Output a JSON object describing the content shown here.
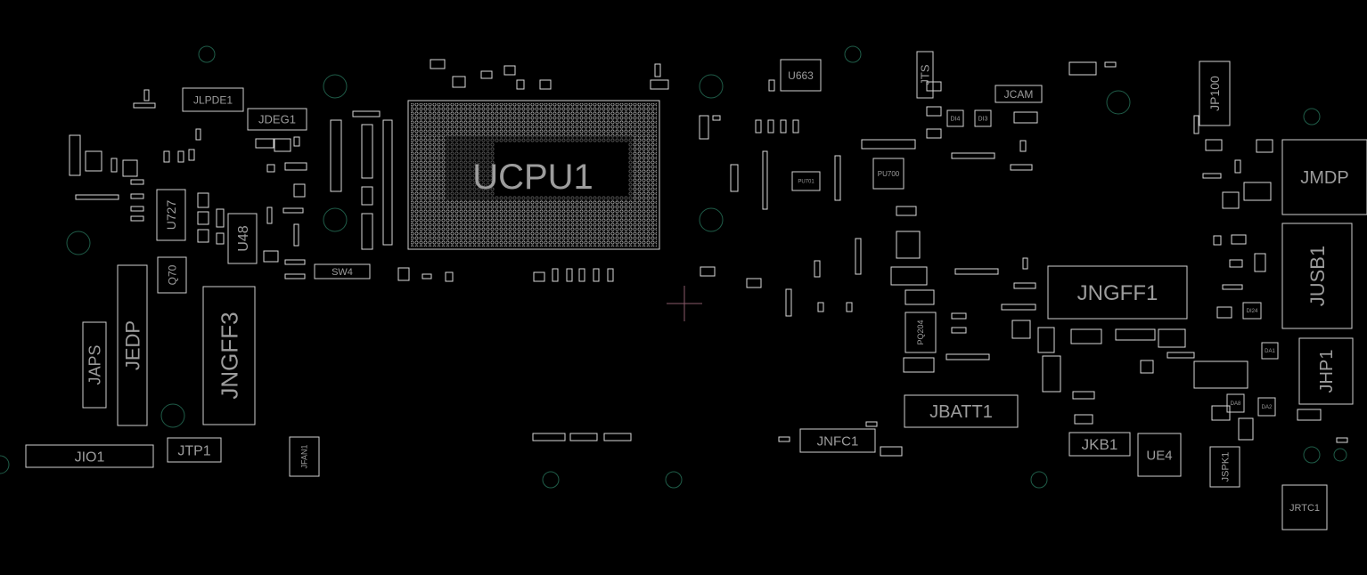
{
  "view": {
    "background": "#000000",
    "outline_color": "#cfcfcf",
    "label_color": "#9c9c9c",
    "hole_color": "#1f5c48",
    "cursor_color": "#8a5a6a"
  },
  "components": {
    "ucpu1": "UCPU1",
    "jlpde1": "JLPDE1",
    "jdeg1": "JDEG1",
    "u727": "U727",
    "u48": "U48",
    "q70": "Q70",
    "jedp": "JEDP",
    "japs": "JAPS",
    "jngff3": "JNGFF3",
    "sw4": "SW4",
    "jio1": "JIO1",
    "jtp1": "JTP1",
    "jfan1": "JFAN1",
    "u663": "U663",
    "jts": "JTS",
    "jcam": "JCAM",
    "di4": "DI4",
    "di3": "DI3",
    "pu700": "PU700",
    "pu701": "PU701",
    "jmdp": "JMDP",
    "jusb1": "JUSB1",
    "jp100": "JP100",
    "jngff1": "JNGFF1",
    "pq204": "PQ204",
    "jbatt1": "JBATT1",
    "jnfc1": "JNFC1",
    "jkb1": "JKB1",
    "ue4": "UE4",
    "jspk1": "JSPK1",
    "jhp1": "JHP1",
    "jrtc1": "JRTC1",
    "da1": "DA1",
    "da8": "DA8",
    "da2": "DA2",
    "di24": "DI24"
  }
}
